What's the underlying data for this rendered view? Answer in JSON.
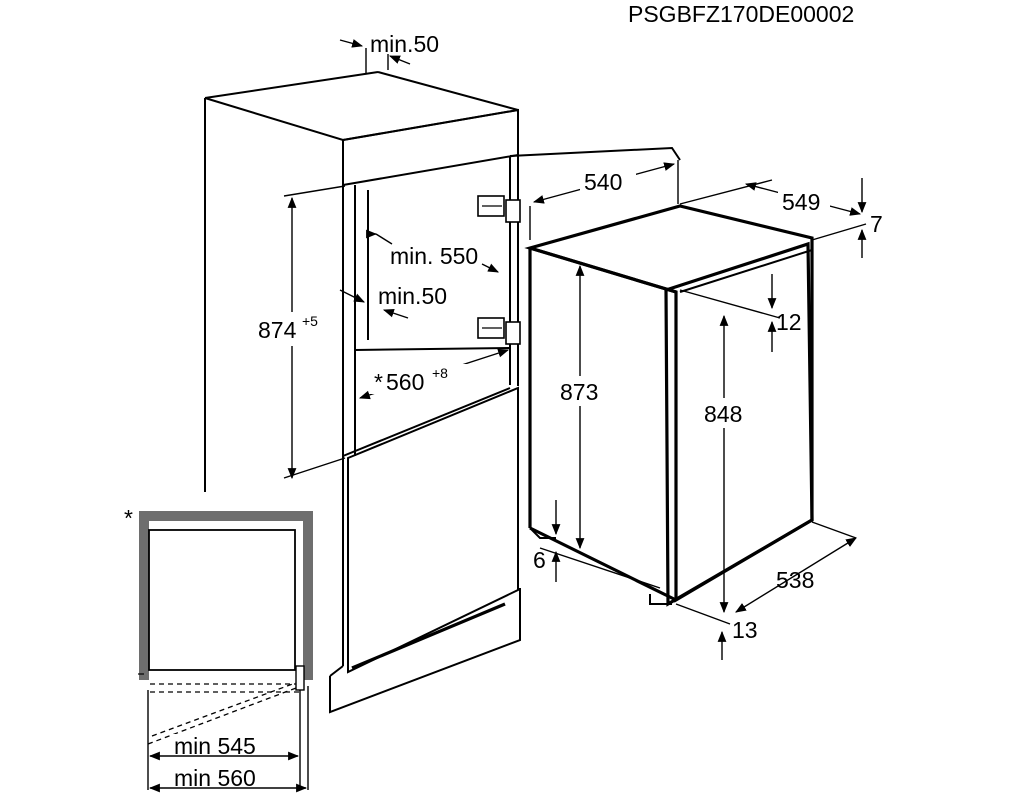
{
  "drawing_code": "PSGBFZ170DE00002",
  "labels": {
    "top_gap": "min.50",
    "niche_depth": "min. 550",
    "side_gap": "min.50",
    "niche_height": "874",
    "niche_height_tol": "+5",
    "niche_width_prefix": "*",
    "niche_width": "560",
    "niche_width_tol": "+8",
    "appliance_width": "540",
    "appliance_depth": "549",
    "top_offset": "7",
    "door_offset": "12",
    "appliance_height": "873",
    "door_height": "848",
    "foot_height": "6",
    "door_depth": "538",
    "bottom_offset": "13",
    "detail_marker": "*",
    "opening_min_1": "min 545",
    "opening_min_2": "min 560"
  }
}
